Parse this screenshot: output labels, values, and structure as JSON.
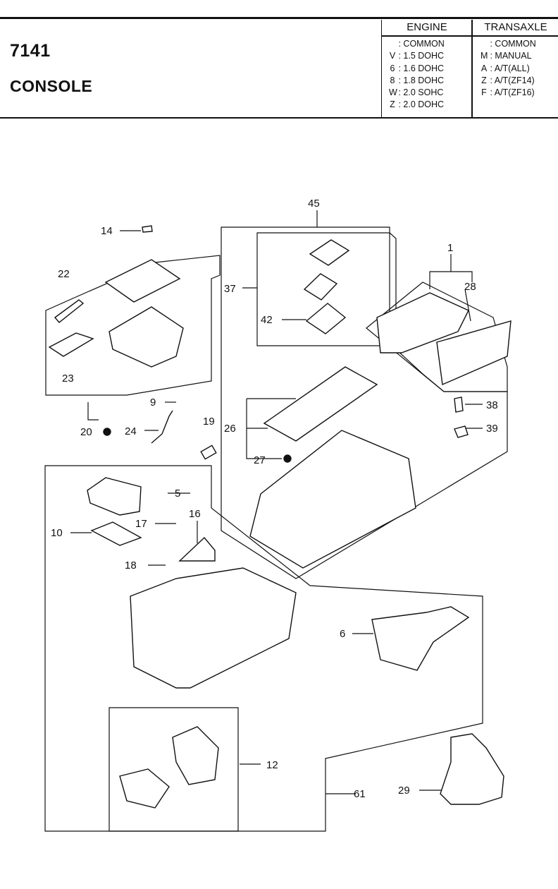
{
  "header": {
    "code": "7141",
    "title": "CONSOLE",
    "engine_header": "ENGINE",
    "transaxle_header": "TRANSAXLE",
    "engine": [
      {
        "key": "",
        "value": "COMMON"
      },
      {
        "key": "V",
        "value": "1.5 DOHC"
      },
      {
        "key": "6",
        "value": "1.6 DOHC"
      },
      {
        "key": "8",
        "value": "1.8 DOHC"
      },
      {
        "key": "W",
        "value": "2.0 SOHC"
      },
      {
        "key": "Z",
        "value": "2.0 DOHC"
      }
    ],
    "transaxle": [
      {
        "key": "",
        "value": "COMMON"
      },
      {
        "key": "M",
        "value": "MANUAL"
      },
      {
        "key": "A",
        "value": "A/T(ALL)"
      },
      {
        "key": "Z",
        "value": "A/T(ZF14)"
      },
      {
        "key": "F",
        "value": "A/T(ZF16)"
      }
    ]
  },
  "callouts": {
    "p1": "1",
    "p5": "5",
    "p6": "6",
    "p9": "9",
    "p10": "10",
    "p12": "12",
    "p14": "14",
    "p16": "16",
    "p17": "17",
    "p18": "18",
    "p19": "19",
    "p20": "20",
    "p22": "22",
    "p23": "23",
    "p24": "24",
    "p26": "26",
    "p27": "27",
    "p28": "28",
    "p29": "29",
    "p37": "37",
    "p38": "38",
    "p39": "39",
    "p42": "42",
    "p45": "45",
    "p61": "61"
  }
}
